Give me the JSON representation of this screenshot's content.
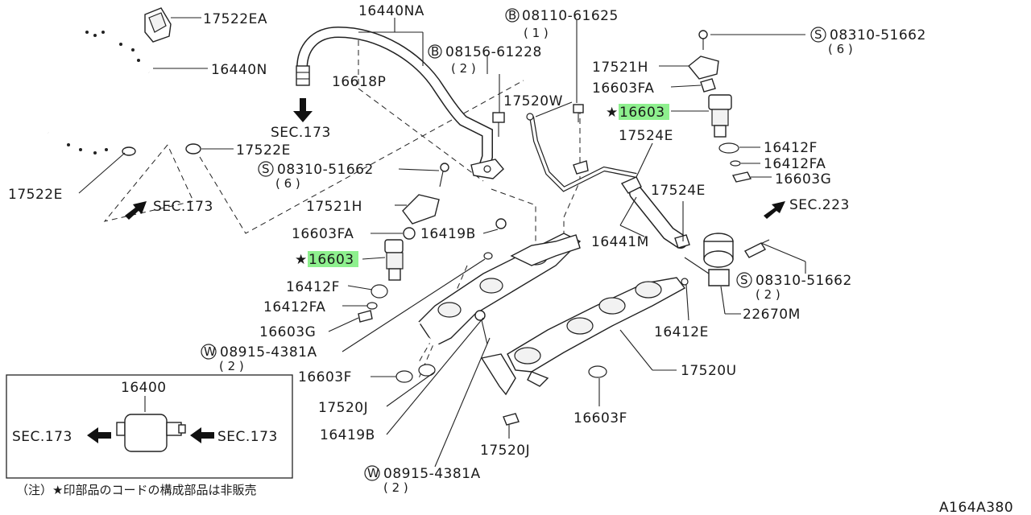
{
  "labels": {
    "p17522EA": "17522EA",
    "p16440NA": "16440NA",
    "p16440N": "16440N",
    "p16618P": "16618P",
    "p08156": "08156-61228",
    "p08156_qty": "( 2 )",
    "p08110": "08110-61625",
    "p08110_qty": "( 1 )",
    "p08310_top": "08310-51662",
    "p08310_top_qty": "( 6 )",
    "p17521H_top": "17521H",
    "p16603FA_top": "16603FA",
    "p16603_top": "16603",
    "p17520W": "17520W",
    "p17524E_top": "17524E",
    "p16412F_top": "16412F",
    "p16412FA_top": "16412FA",
    "p16603G_top": "16603G",
    "sec173_mid": "SEC.173",
    "p17522E_right": "17522E",
    "p17522E_left": "17522E",
    "sec173_left": "SEC.173",
    "p08310_mid": "08310-51662",
    "p08310_mid_qty": "( 6 )",
    "p17521H_mid": "17521H",
    "p16603FA_mid": "16603FA",
    "p16419B_top": "16419B",
    "p16603_mid": "16603",
    "p16412F_mid": "16412F",
    "p16412FA_mid": "16412FA",
    "p16603G_mid": "16603G",
    "p08915_top": "08915-4381A",
    "p08915_top_qty": "( 2 )",
    "p16603F_left": "16603F",
    "p17520J_left": "17520J",
    "p16419B_bot": "16419B",
    "p17520J_bot": "17520J",
    "p08915_bot": "08915-4381A",
    "p08915_bot_qty": "( 2 )",
    "p16603F_right": "16603F",
    "p17520U": "17520U",
    "p16412E": "16412E",
    "p22670M": "22670M",
    "p08310_right": "08310-51662",
    "p08310_right_qty": "( 2 )",
    "p16441M": "16441M",
    "p17524E_mid": "17524E",
    "sec223": "SEC.223",
    "inset_16400": "16400",
    "inset_sec_left": "SEC.173",
    "inset_sec_right": "SEC.173",
    "note": "（注）★印部品のコードの構成部品は非販売",
    "diagram_code": "A164A380"
  },
  "marks": {
    "circle_B": "B",
    "circle_S": "S",
    "circle_W": "W",
    "star": "★"
  },
  "colors": {
    "highlight": "#8ef08e",
    "ink": "#222222"
  }
}
